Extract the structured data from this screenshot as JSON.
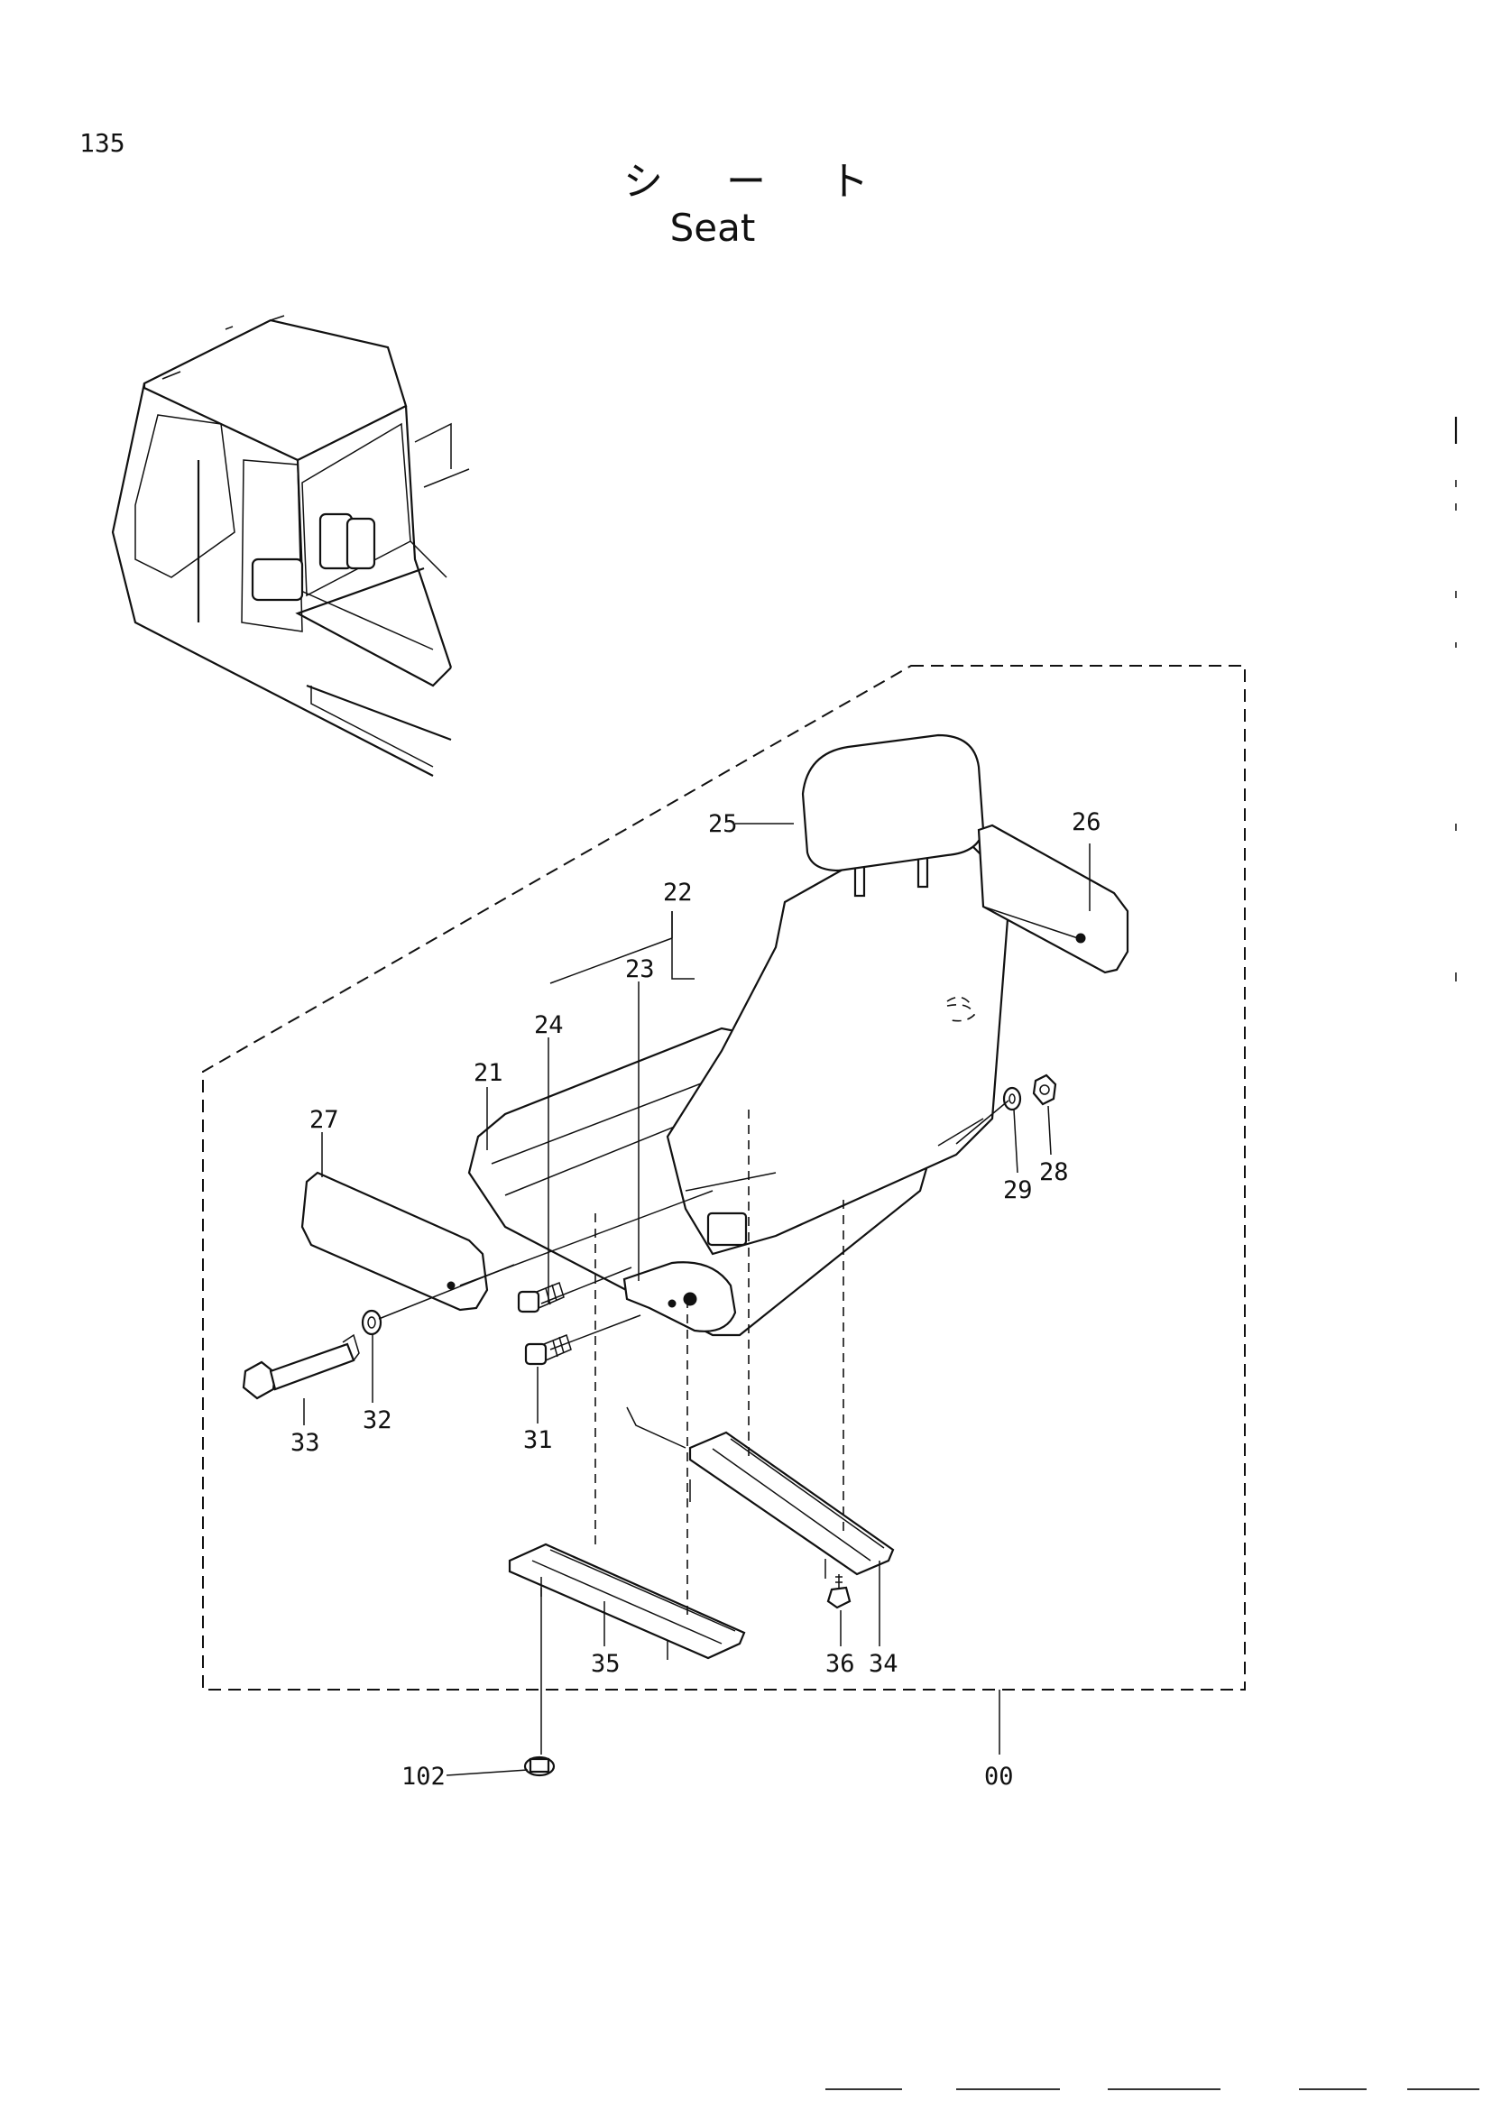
{
  "page": {
    "number": "135"
  },
  "title": {
    "japanese": "シート",
    "english": "Seat"
  },
  "callouts": {
    "c00": "00",
    "c21": "21",
    "c22": "22",
    "c23": "23",
    "c24": "24",
    "c25": "25",
    "c26": "26",
    "c27": "27",
    "c28": "28",
    "c29": "29",
    "c31": "31",
    "c32": "32",
    "c33": "33",
    "c34": "34",
    "c35": "35",
    "c36": "36",
    "c102": "102"
  }
}
